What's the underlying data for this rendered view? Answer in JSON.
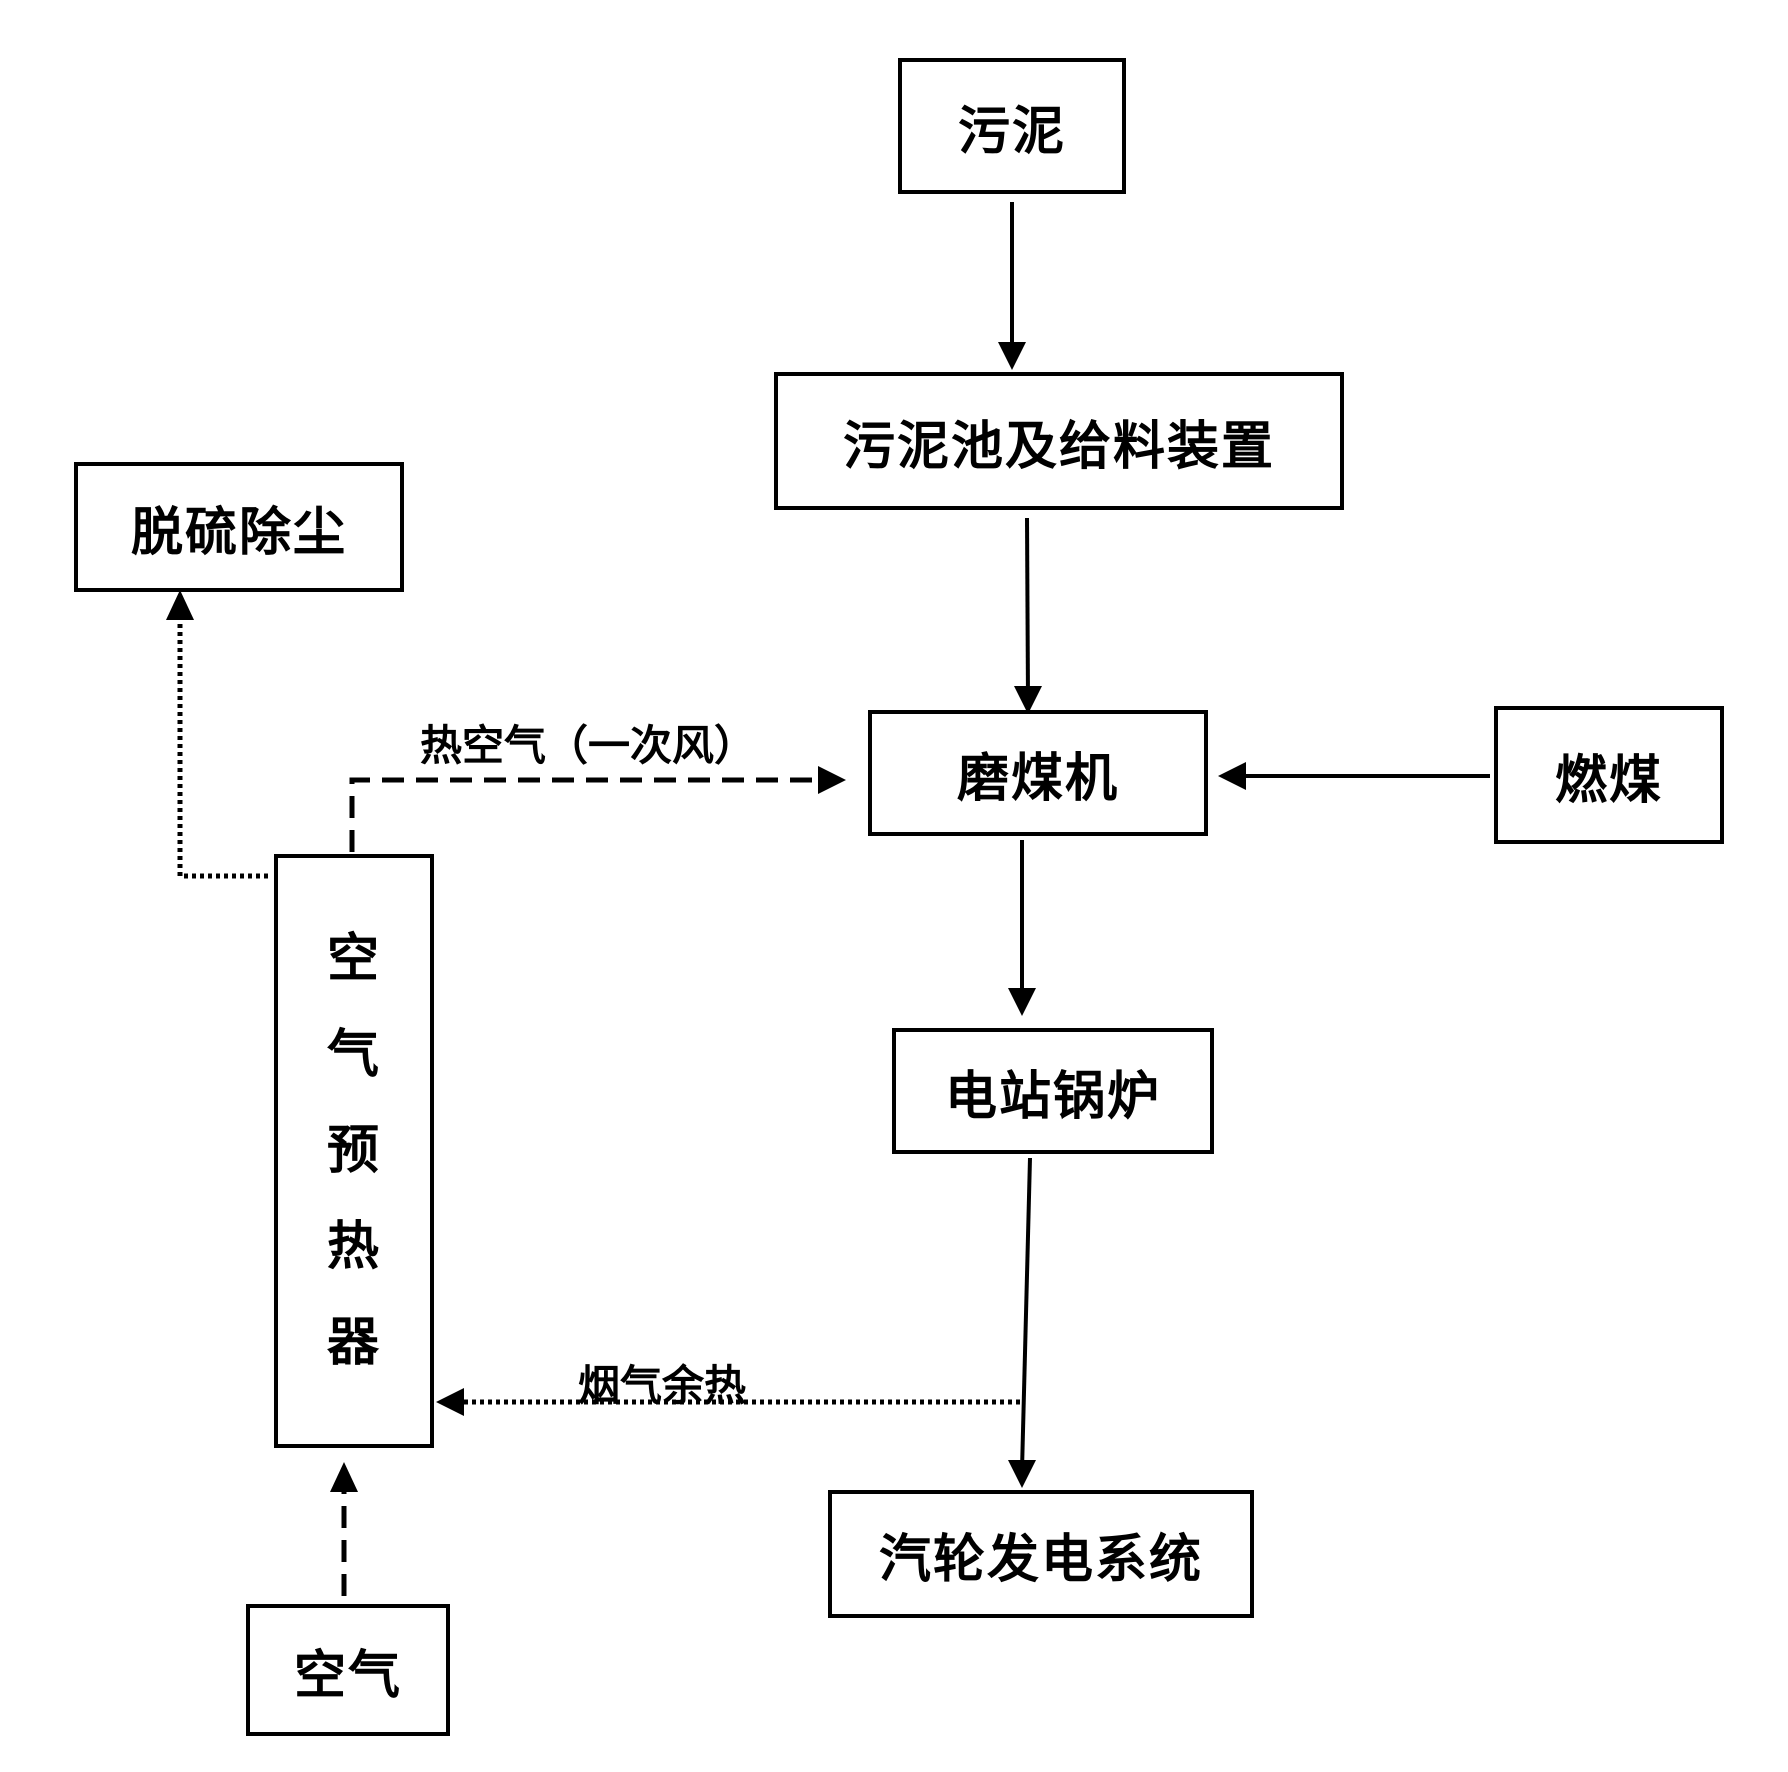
{
  "nodes": {
    "sludge": "污泥",
    "sludge_pool": "污泥池及给料装置",
    "desulfurization": "脱硫除尘",
    "coal_mill": "磨煤机",
    "coal": "燃煤",
    "air_preheater": [
      "空",
      "气",
      "预",
      "热",
      "器"
    ],
    "boiler": "电站锅炉",
    "turbine": "汽轮发电系统",
    "air": "空气"
  },
  "edges": {
    "hot_air": "热空气（一次风）",
    "flue_heat": "烟气余热"
  },
  "colors": {
    "line": "#000000",
    "background": "#ffffff"
  }
}
